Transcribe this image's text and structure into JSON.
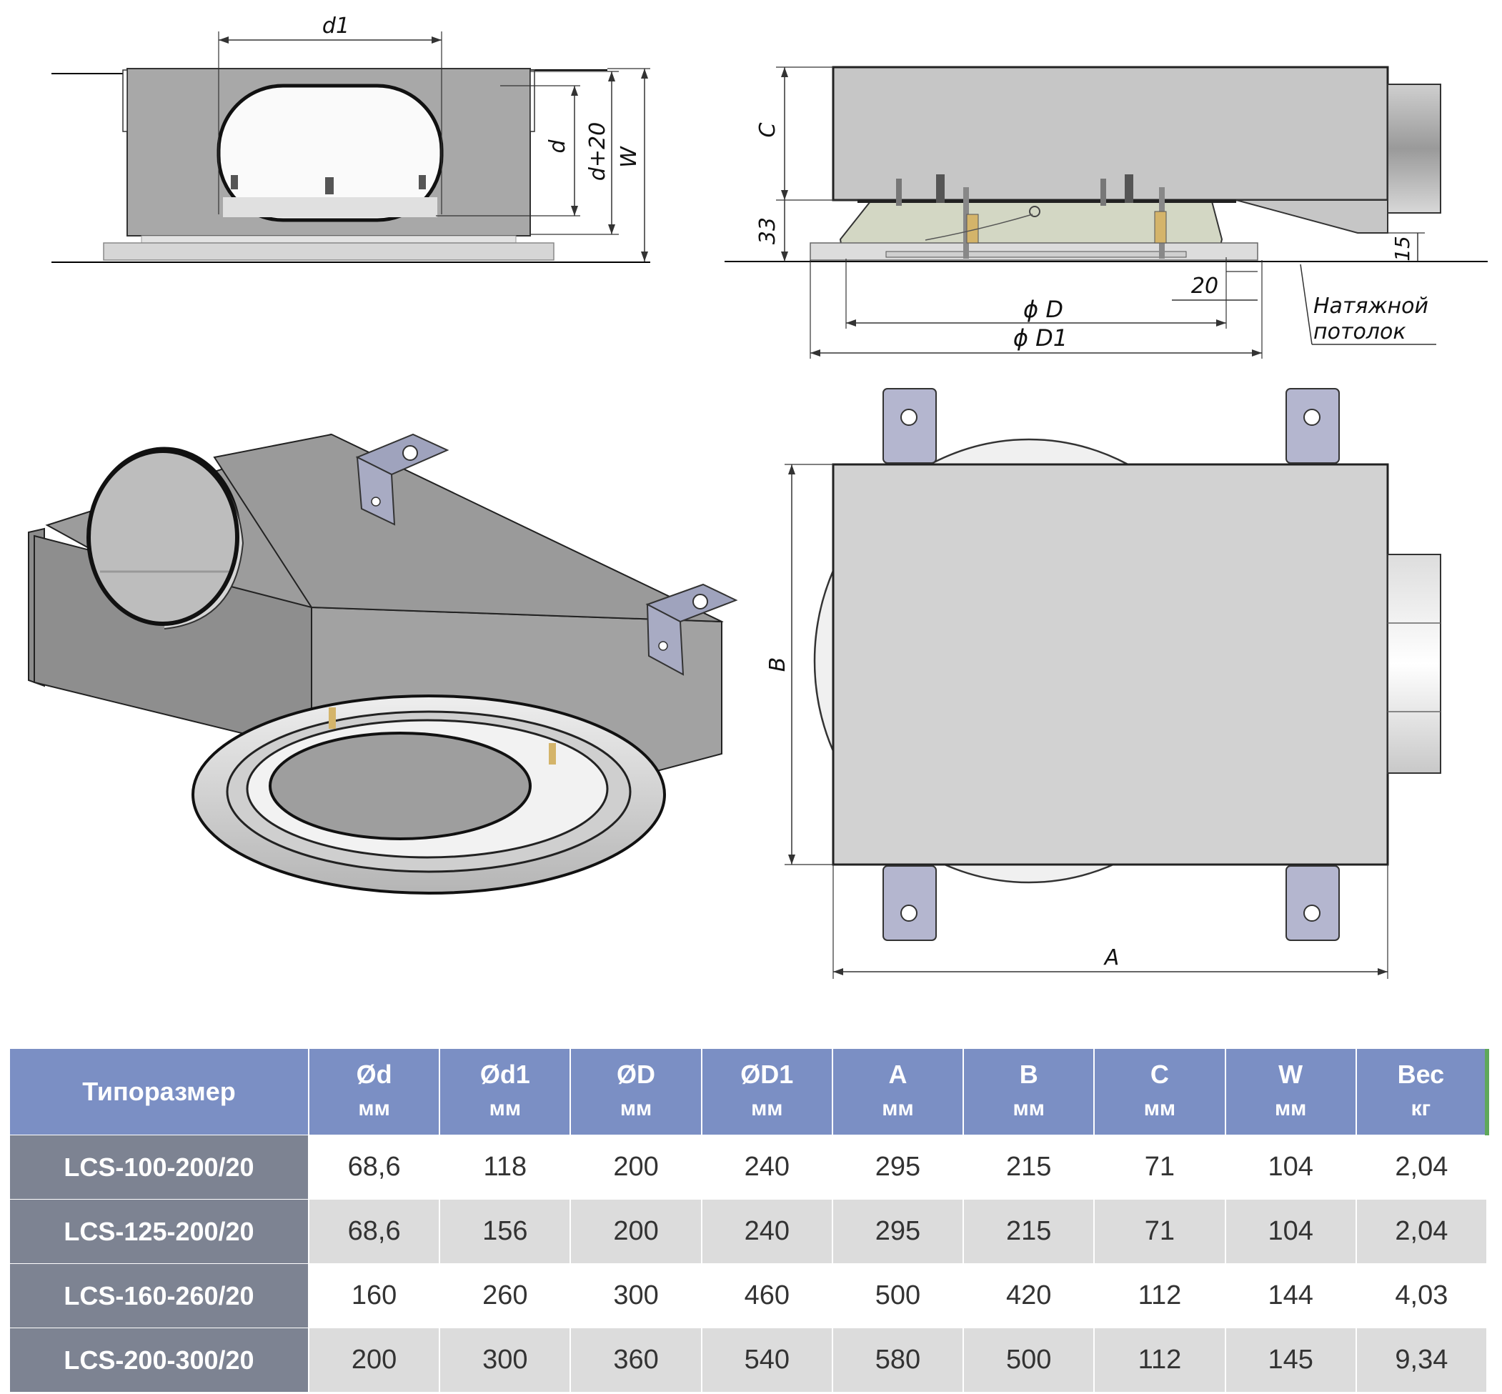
{
  "labels": {
    "d1": "d1",
    "d": "d",
    "d20": "d+20",
    "W": "W",
    "C": "C",
    "h33": "33",
    "h15": "15",
    "w20": "20",
    "phiD": "ϕ D",
    "phiD1": "ϕ D1",
    "ceiling_line1": "Натяжной",
    "ceiling_line2": "потолок",
    "B": "B",
    "A": "A"
  },
  "table": {
    "headers": [
      {
        "name": "Типоразмер",
        "unit": ""
      },
      {
        "name": "Ød",
        "unit": "мм"
      },
      {
        "name": "Ød1",
        "unit": "мм"
      },
      {
        "name": "ØD",
        "unit": "мм"
      },
      {
        "name": "ØD1",
        "unit": "мм"
      },
      {
        "name": "A",
        "unit": "мм"
      },
      {
        "name": "B",
        "unit": "мм"
      },
      {
        "name": "C",
        "unit": "мм"
      },
      {
        "name": "W",
        "unit": "мм"
      },
      {
        "name": "Вес",
        "unit": "кг"
      }
    ],
    "rows": [
      [
        "LCS-100-200/20",
        "68,6",
        "118",
        "200",
        "240",
        "295",
        "215",
        "71",
        "104",
        "2,04"
      ],
      [
        "LCS-125-200/20",
        "68,6",
        "156",
        "200",
        "240",
        "295",
        "215",
        "71",
        "104",
        "2,04"
      ],
      [
        "LCS-160-260/20",
        "160",
        "260",
        "300",
        "460",
        "500",
        "420",
        "112",
        "144",
        "4,03"
      ],
      [
        "LCS-200-300/20",
        "200",
        "300",
        "360",
        "540",
        "580",
        "500",
        "112",
        "145",
        "9,34"
      ]
    ]
  },
  "colors": {
    "header_bg": "#7b8fc4",
    "model_bg": "#7d8392",
    "row_alt_bg": "#dcdcdc",
    "body_gray": "#a9a9a9",
    "body_light": "#d0d0d0"
  }
}
